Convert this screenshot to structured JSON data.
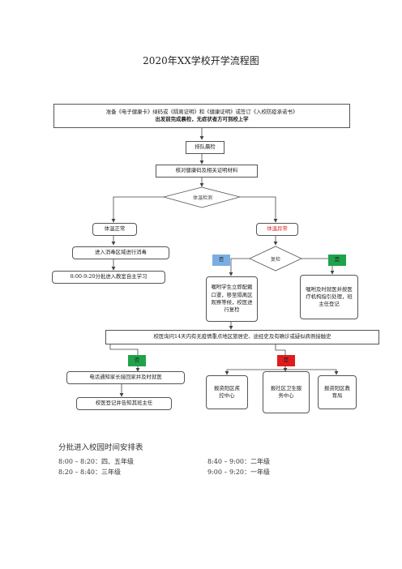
{
  "title": "2020年XX学校开学流程图",
  "top_box": {
    "line1": "准备《电子健康卡》绿码或《隔离证明》和《健康证明》或签订《入校防疫承诺书》",
    "line2": "出发前完成晨检，无症状者方可到校上学"
  },
  "queue": "排队晨检",
  "verify": "核对健康码及相关证明材料",
  "temp_check": "体温检测",
  "temp_normal": "体温正常",
  "temp_abnormal": "体温异常",
  "disinfect": "进入消毒区域进行消毒",
  "class_time": "8:00-9:20分批进入教室自主学习",
  "recheck": "复检",
  "yes": "是",
  "no": "否",
  "recheck_no_box": "嘱咐学生立即配戴口罩，移至隔离区观察等候，校医进行复检",
  "recheck_yes_box": "嘱咐及时就医并按医疗机构指引处理，班主任登记",
  "inquiry": "校医询问14天内有无疫情重点地区旅居史、途经史及有确诊或疑似病例接触史",
  "notify_parent": "电话通知家长接回家并及时就医",
  "register": "校医登记并告知其班主任",
  "report_center": "报资阳区疾控中心",
  "report_community": "报社区卫生服务中心",
  "report_edu": "报资阳区教育局",
  "colors": {
    "no_tag": "#7aaee3",
    "yes_tag": "#1fa24a",
    "no_tag2": "#1fa24a",
    "yes_tag2": "#e01b1b",
    "abnormal_text": "#e02020"
  },
  "schedule": {
    "title": "分批进入校园时间安排表",
    "items": [
      "8:00 – 8:20：四、五年级",
      "8:40 – 9:00：二年级",
      "8:20 – 8:40：三年级",
      "9:00 – 9:20：一年级"
    ]
  }
}
